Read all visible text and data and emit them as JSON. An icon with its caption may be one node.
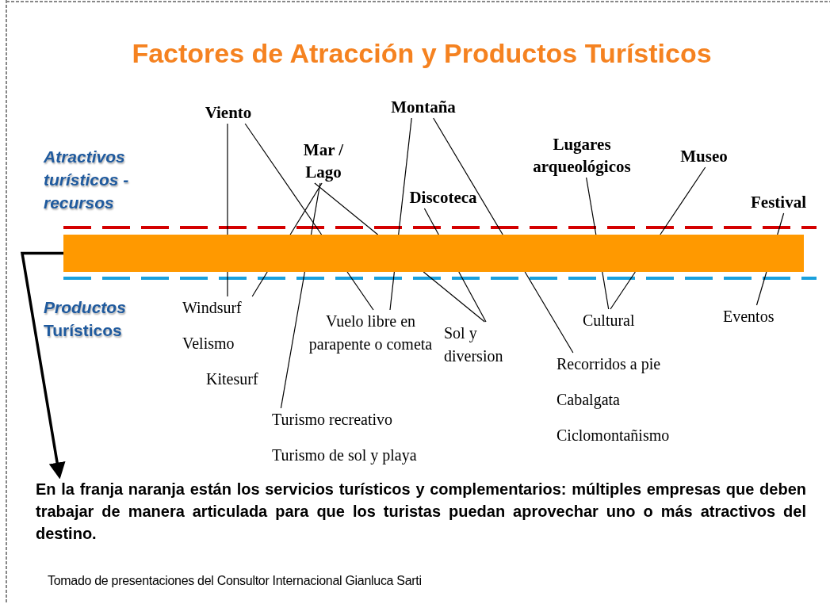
{
  "diagram": {
    "title": "Factores de Atracción y Productos Turísticos",
    "nodes": [
      {
        "text": [
          "Viento"
        ]
      },
      {
        "text": [
          "Mar / Lago"
        ]
      },
      {
        "text": [
          "Montaña"
        ]
      },
      {
        "text": [
          "Discoteca"
        ]
      },
      {
        "text": [
          "Lugares arqueológicos"
        ]
      },
      {
        "text": [
          "Museo"
        ]
      },
      {
        "text": [
          "Festival"
        ]
      },
      {
        "text": [],
        "shape": "bar"
      },
      {
        "text": [
          "Windsurf"
        ]
      },
      {
        "text": [
          "Vuelo libre en parapente o cometa"
        ]
      },
      {
        "text": [
          "Sol y diversion"
        ]
      },
      {
        "text": [
          "Cultural"
        ]
      },
      {
        "text": [
          "Eventos"
        ]
      },
      {
        "text": [
          "Recorridos a pie"
        ]
      },
      {
        "text": [
          "Turismo recreativo"
        ]
      },
      {
        "text": [
          "En la franja naranja están los servicios turísticos y complementarios: múltiples empresas que deben trabajar de manera articulada para que los turistas puedan aprovechar uno o más atractivos del destino."
        ]
      }
    ],
    "edges": [
      {
        "from": 0,
        "to": 7,
        "arrow": "none"
      },
      {
        "from": 7,
        "to": 8,
        "arrow": "none"
      },
      {
        "from": 0,
        "to": 7,
        "arrow": "none"
      },
      {
        "from": 7,
        "to": 9,
        "arrow": "none"
      },
      {
        "from": 1,
        "to": 7,
        "arrow": "none"
      },
      {
        "from": 7,
        "to": 8,
        "arrow": "none"
      },
      {
        "from": 1,
        "to": 7,
        "arrow": "none"
      },
      {
        "from": 7,
        "to": 14,
        "arrow": "none"
      },
      {
        "from": 1,
        "to": 7,
        "arrow": "none"
      },
      {
        "from": 7,
        "to": 10,
        "arrow": "none"
      },
      {
        "from": 2,
        "to": 7,
        "arrow": "none"
      },
      {
        "from": 7,
        "to": 9,
        "arrow": "none"
      },
      {
        "from": 2,
        "to": 7,
        "arrow": "none"
      },
      {
        "from": 7,
        "to": 13,
        "arrow": "none"
      },
      {
        "from": 3,
        "to": 7,
        "arrow": "none"
      },
      {
        "from": 7,
        "to": 10,
        "arrow": "none"
      },
      {
        "from": 4,
        "to": 7,
        "arrow": "none"
      },
      {
        "from": 7,
        "to": 11,
        "arrow": "none"
      },
      {
        "from": 5,
        "to": 7,
        "arrow": "none"
      },
      {
        "from": 7,
        "to": 11,
        "arrow": "none"
      },
      {
        "from": 6,
        "to": 7,
        "arrow": "none"
      },
      {
        "from": 7,
        "to": 12,
        "arrow": "none"
      },
      {
        "from": 7,
        "to": 15,
        "arrow": "to",
        "style": "thick"
      }
    ],
    "labels": [
      "Atractivos turísticos - recursos",
      "*Productos* Turísticos",
      "Velismo",
      "Kitesurf",
      "Cabalgata",
      "Ciclomontañismo",
      "Turismo de sol y playa",
      "Tomado de presentaciones del Consultor Internacional Gianluca Sarti"
    ]
  }
}
